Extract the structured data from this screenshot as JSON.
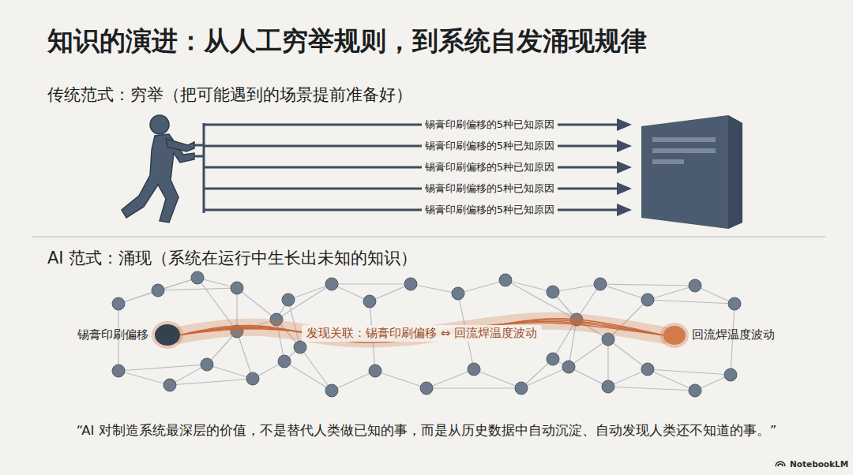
{
  "diagram": {
    "title": "知识的演进：从人工穷举规则，到系统自发涌现规律",
    "caption": "“AI 对制造系统最深层的价值，不是替代人类做已知的事，而是从历史数据中自动沉淀、自动发现人类还不知道的事。”",
    "nodes": [
      {
        "text": [
          "锡膏印刷偏移"
        ]
      },
      {
        "text": [
          "回流焊温度波动"
        ]
      }
    ],
    "edges": [
      {
        "from": 0,
        "to": 1,
        "label": "发现关联：锡膏印刷偏移 ⇔ 回流焊温度波动",
        "arrow": "none"
      }
    ],
    "labels": [
      "传统范式：穷举（把可能遇到的场景提前准备好）",
      "锡膏印刷偏移的5种已知原因",
      "锡膏印刷偏移的5种已知原因",
      "锡膏印刷偏移的5种已知原因",
      "锡膏印刷偏移的5种已知原因",
      "锡膏印刷偏移的5种已知原因",
      "AI 范式：涌现（系统在运行中生长出未知的知识）",
      "NotebookLM"
    ]
  }
}
